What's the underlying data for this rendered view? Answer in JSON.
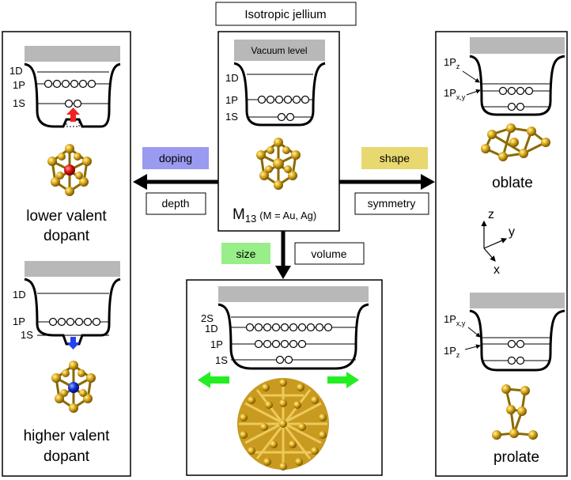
{
  "title": "Isotropic jellium",
  "center": {
    "vacuum": "Vacuum level",
    "levels": [
      "1D",
      "1P",
      "1S"
    ],
    "cluster_formula": "M",
    "cluster_subscript": "13",
    "cluster_note": "(M = Au, Ag)"
  },
  "left": {
    "top_levels": [
      "1D",
      "1P",
      "1S"
    ],
    "top_label_line1": "lower valent",
    "top_label_line2": "dopant",
    "bottom_levels": [
      "1D",
      "1P",
      "1S"
    ],
    "bottom_label_line1": "higher valent",
    "bottom_label_line2": "dopant"
  },
  "arrows": {
    "doping": "doping",
    "depth": "depth",
    "shape": "shape",
    "symmetry": "symmetry",
    "size": "size",
    "volume": "volume"
  },
  "right": {
    "oblate_levels": [
      {
        "main": "1P",
        "sub": "z"
      },
      {
        "main": "1P",
        "sub": "x,y"
      }
    ],
    "oblate": "oblate",
    "prolate_levels": [
      {
        "main": "1P",
        "sub": "x,y"
      },
      {
        "main": "1P",
        "sub": "z"
      }
    ],
    "prolate": "prolate",
    "axes": {
      "z": "z",
      "y": "y",
      "x": "x"
    }
  },
  "bottom": {
    "levels": [
      "2S",
      "1D",
      "1P",
      "1S"
    ]
  },
  "colors": {
    "vacuum_gray": "#b8b8b8",
    "doping_box": "#9a9af0",
    "shape_box": "#e8d870",
    "size_box": "#98ee88",
    "green_arrow": "#22ee22",
    "red_arrow": "#ee2222",
    "blue_arrow": "#2244ee",
    "gold": "#d4a017"
  }
}
